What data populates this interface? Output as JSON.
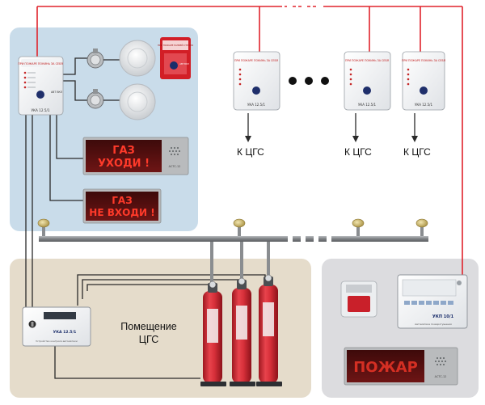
{
  "panels": {
    "zone_room": {
      "bg": "#c9dcea"
    },
    "zone_cgs": {
      "bg": "#e5dccb"
    },
    "zone_central": {
      "bg": "#dcdcdf"
    }
  },
  "colors": {
    "alarm_wire": "#e0232c",
    "signal_wire": "#2a2a2a",
    "pipe": "#8a8d90",
    "cylinder": "#d9323d",
    "sign_bg": "#5a0f0f",
    "sign_text": "#ff3a2a"
  },
  "uka_unit_small": {
    "header": "ПРИ ПОЖАРЕ ПОКИНЬ ЗА СЕБЯ",
    "model": "УКА 12.5/1",
    "button": "АВТ ВКЛ"
  },
  "remote_units": [
    {
      "model": "УКА 12.5/1",
      "header": "ПРИ ПОЖАРЕ ПОКИНЬ ЗА СЕБЯ",
      "label": "К ЦГС"
    },
    {
      "model": "УКА 12.5/1",
      "header": "ПРИ ПОЖАРЕ ПОКИНЬ ЗА СЕБЯ",
      "label": "К ЦГС"
    },
    {
      "model": "УКА 12.5/1",
      "header": "ПРИ ПОЖАРЕ ПОКИНЬ ЗА СЕБЯ",
      "label": "К ЦГС"
    }
  ],
  "manual_call_point": {
    "text": "ПРИ ПОЖАРЕ РАЗБЕЙ СТЕКЛО",
    "button": "АВТ ВКЛ"
  },
  "signs": {
    "gas_leave": {
      "line1": "ГАЗ",
      "line2": "УХОДИ !",
      "model": "АСТС-12"
    },
    "gas_no_entry": {
      "line1": "ГАЗ",
      "line2": "НЕ ВХОДИ !"
    },
    "fire": {
      "text": "ПОЖАР",
      "model": "АСТС-12"
    }
  },
  "cgs_unit": {
    "model": "УКА 12.5/1",
    "caption": "Устройство контроля автоматики"
  },
  "room_label": {
    "line1": "Помещение",
    "line2": "ЦГС"
  },
  "central_panel": {
    "model": "УКП 10/1",
    "caption": "Автоматика пожаротушения"
  }
}
